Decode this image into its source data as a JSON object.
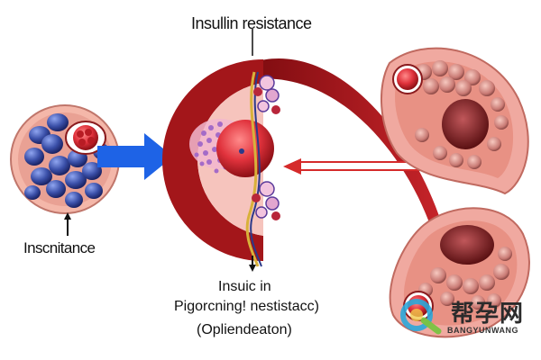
{
  "title": "Insullin resistance",
  "left_label": "Inscnitance",
  "center_labels": {
    "line1": "Insuic in",
    "line2": "Pigorcning! nestistacc)",
    "line3": "(Opliendeaton)"
  },
  "watermark": {
    "chinese": "帮孕网",
    "english": "BANGYUNWANG"
  },
  "colors": {
    "dark_red": "#a3161a",
    "blue_arrow": "#1e63e6",
    "cell_blue": "#3a4fa8",
    "tissue_pink": "#f0a9a0",
    "nucleus_red": "#e0323c",
    "vesicle_purple": "#a46bc8"
  }
}
